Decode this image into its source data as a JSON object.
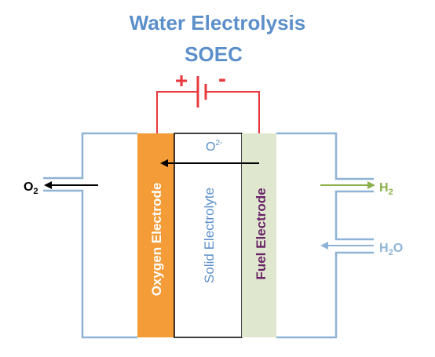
{
  "title": {
    "line1": "Water Electrolysis",
    "line2": "SOEC"
  },
  "power": {
    "plus": "+",
    "minus": "-"
  },
  "ion": {
    "base": "O",
    "sup": "2-"
  },
  "layers": {
    "oxygen": "Oxygen Electrode",
    "electrolyte": "Solid Electrolyte",
    "fuel": "Fuel Electrode"
  },
  "gases": {
    "o2": {
      "base": "O",
      "sub": "2"
    },
    "h2": {
      "base": "H",
      "sub": "2"
    },
    "h2o": {
      "base": "H",
      "sub": "2",
      "tail": "O"
    }
  },
  "colors": {
    "title": "#5b8fc9",
    "wire": "#e8383d",
    "container": "#8fb3d6",
    "oxygen_electrode": "#f39c38",
    "electrolyte": "#ffffff",
    "fuel_electrode": "#dfe8cf",
    "electrolyte_text": "#5b8fc9",
    "fuel_text": "#6b2568",
    "h2": "#8cb04a",
    "h2o": "#8fb3d6"
  }
}
